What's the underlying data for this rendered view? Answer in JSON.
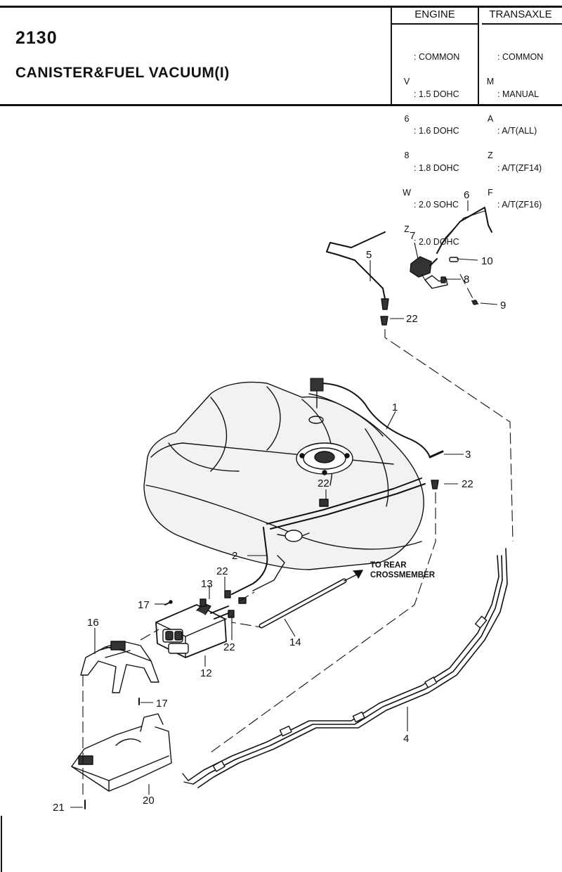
{
  "header": {
    "part_number": "2130",
    "title": "CANISTER&FUEL VACUUM(I)"
  },
  "legend": {
    "engine": {
      "heading": "ENGINE",
      "rows": [
        {
          "code": "",
          "label": ": COMMON"
        },
        {
          "code": "V",
          "label": ": 1.5 DOHC"
        },
        {
          "code": "6",
          "label": ": 1.6 DOHC"
        },
        {
          "code": "8",
          "label": ": 1.8 DOHC"
        },
        {
          "code": "W",
          "label": ": 2.0 SOHC"
        },
        {
          "code": "Z",
          "label": ": 2.0 DOHC"
        }
      ]
    },
    "transaxle": {
      "heading": "TRANSAXLE",
      "rows": [
        {
          "code": "",
          "label": ": COMMON"
        },
        {
          "code": "M",
          "label": ": MANUAL"
        },
        {
          "code": "A",
          "label": ": A/T(ALL)"
        },
        {
          "code": "Z",
          "label": ": A/T(ZF14)"
        },
        {
          "code": "F",
          "label": ": A/T(ZF16)"
        }
      ]
    }
  },
  "diagram": {
    "callouts": {
      "c1": "1",
      "c2": "2",
      "c3": "3",
      "c4": "4",
      "c5": "5",
      "c6": "6",
      "c7": "7",
      "c8": "8",
      "c9": "9",
      "c10": "10",
      "c12": "12",
      "c13": "13",
      "c14": "14",
      "c16": "16",
      "c17a": "17",
      "c17b": "17",
      "c20": "20",
      "c21": "21",
      "c22a": "22",
      "c22b": "22",
      "c22c": "22",
      "c22d": "22",
      "c22e": "22"
    },
    "note_line1": "TO REAR",
    "note_line2": "CROSSMEMBER"
  }
}
